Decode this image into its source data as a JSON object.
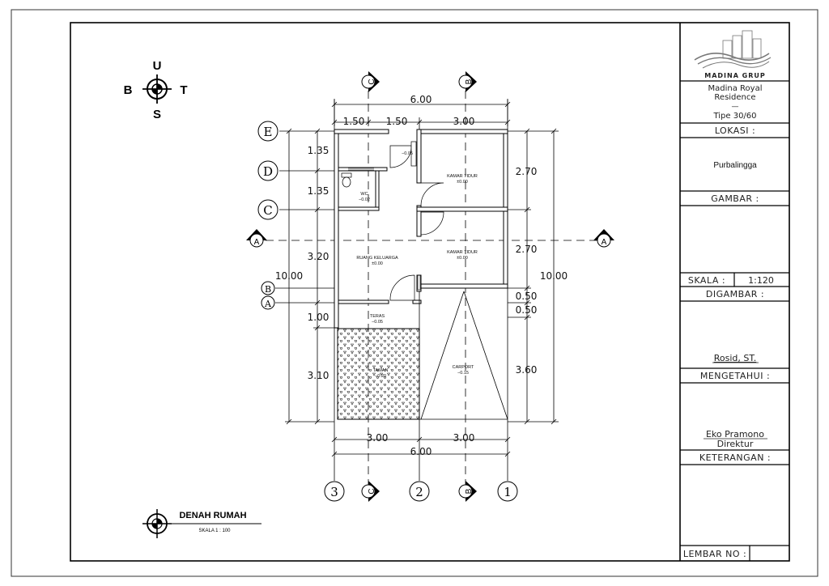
{
  "compass": {
    "north": "U",
    "west": "B",
    "east": "T",
    "south": "S"
  },
  "title_block": {
    "brand": "MADINA GRUP",
    "project_line1": "Madina Royal",
    "project_line2": "Residence",
    "project_dash": "—",
    "project_type": "Tipe 30/60",
    "lokasi_label": "LOKASI :",
    "lokasi_value": "Purbalingga",
    "gambar_label": "GAMBAR :",
    "skala_label": "SKALA :",
    "skala_value": "1:120",
    "digambar_label": "DIGAMBAR :",
    "digambar_name": "Rosid, ST.",
    "mengetahui_label": "MENGETAHUI :",
    "mengetahui_name": "Eko Pramono",
    "mengetahui_role": "Direktur",
    "keterangan_label": "KETERANGAN :",
    "lembar_label": "LEMBAR NO :"
  },
  "drawing": {
    "title": "DENAH RUMAH",
    "scale": "SKALA 1 : 100",
    "grid_letters": [
      "E",
      "D",
      "C",
      "B",
      "A"
    ],
    "grid_numbers": [
      "3",
      "2",
      "1"
    ],
    "section_marks": {
      "c": "C",
      "b": "B",
      "a": "A"
    },
    "dims_top": {
      "total": "6.00",
      "d1": "1.50",
      "d2": "1.50",
      "d3": "3.00"
    },
    "dims_bottom": {
      "d1": "3.00",
      "d2": "3.00",
      "total": "6.00"
    },
    "dims_left": {
      "d1": "1.35",
      "d2": "1.35",
      "d3": "3.20",
      "d4": "1.00",
      "d5": "3.10",
      "total": "10.00"
    },
    "dims_right": {
      "d1": "2.70",
      "d2": "2.70",
      "d3": "0.50",
      "d4": "0.50",
      "d5": "3.60",
      "total": "10.00"
    },
    "rooms": {
      "kamar1_name": "KAMAR TIDUR",
      "kamar1_level": "±0.00",
      "kamar2_name": "KAMAR TIDUR",
      "kamar2_level": "±0.00",
      "keluarga_name": "RUANG KELUARGA",
      "keluarga_level": "±0.00",
      "wc_name": "WC",
      "wc_level": "−0.02",
      "teras_name": "TERAS",
      "teras_level": "−0.05",
      "taman_name": "TAMAN",
      "taman_level": "−0.20",
      "carport_name": "CARPORT",
      "carport_level": "−0.15",
      "top_level": "−0.05"
    }
  }
}
